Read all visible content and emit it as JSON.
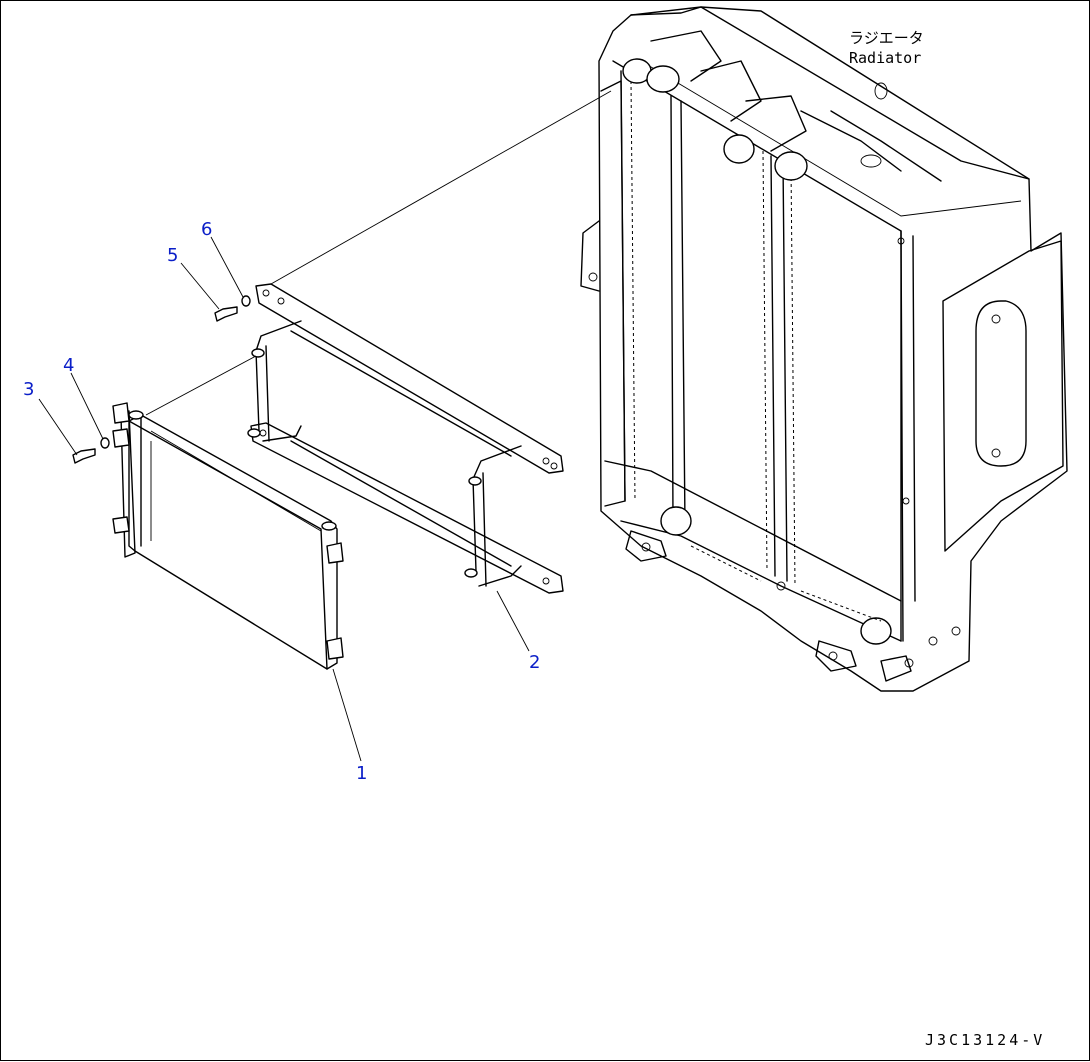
{
  "diagram": {
    "component_label_jp": "ラジエータ",
    "component_label_en": "Radiator",
    "drawing_code": "J3C13124-V"
  },
  "callouts": [
    {
      "id": "1",
      "text": "1"
    },
    {
      "id": "2",
      "text": "2"
    },
    {
      "id": "3",
      "text": "3"
    },
    {
      "id": "4",
      "text": "4"
    },
    {
      "id": "5",
      "text": "5"
    },
    {
      "id": "6",
      "text": "6"
    }
  ],
  "colors": {
    "callout": "#0a1ec8",
    "line": "#000000",
    "background": "#ffffff"
  }
}
